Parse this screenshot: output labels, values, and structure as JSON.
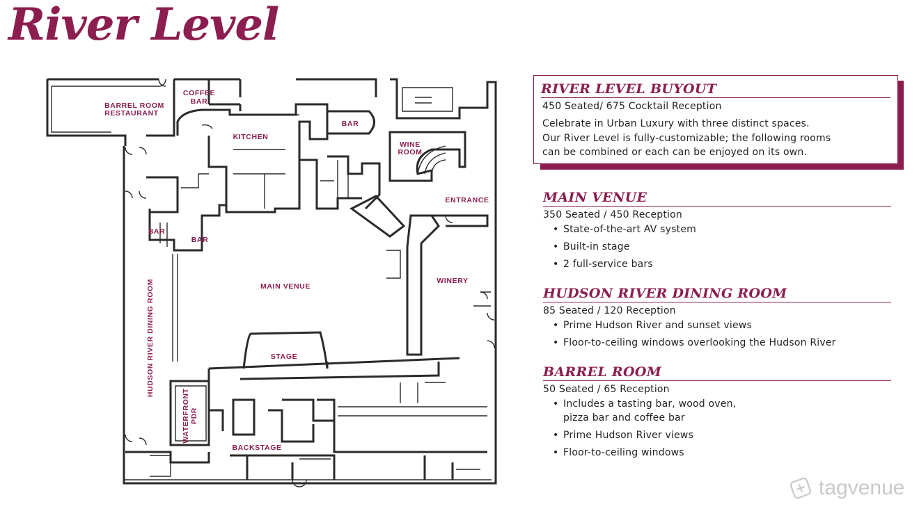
{
  "page": {
    "title": "River Level"
  },
  "floorplan": {
    "labels": {
      "barrel_room_1": "BARREL ROOM",
      "barrel_room_2": "RESTAURANT",
      "coffee_1": "COFFEE",
      "coffee_2": "BAR",
      "kitchen": "KITCHEN",
      "bar_top": "BAR",
      "wine_1": "WINE",
      "wine_2": "ROOM",
      "entrance": "ENTRANCE",
      "bar_left": "BAR",
      "bar_mid": "BAR",
      "main_venue": "MAIN VENUE",
      "winery": "WINERY",
      "hudson": "HUDSON RIVER DINING ROOM",
      "stage": "STAGE",
      "waterfront_1": "WATERFRONT",
      "waterfront_2": "PDR",
      "backstage": "BACKSTAGE"
    }
  },
  "buyout": {
    "title": "RIVER LEVEL BUYOUT",
    "capacity": "450 Seated/ 675 Cocktail Reception",
    "desc_lines": [
      "Celebrate in Urban Luxury with three distinct spaces.",
      "Our River Level is fully-customizable; the following rooms",
      "can be combined or each can be enjoyed on its own."
    ]
  },
  "sections": [
    {
      "title": "MAIN VENUE",
      "capacity": "350 Seated / 450 Reception",
      "bullets": [
        "State-of-the-art AV system",
        "Built-in stage",
        "2 full-service bars"
      ]
    },
    {
      "title": "HUDSON RIVER DINING ROOM",
      "capacity": "85 Seated / 120 Reception",
      "bullets": [
        "Prime Hudson River and sunset views",
        "Floor-to-ceiling windows overlooking the Hudson River"
      ]
    },
    {
      "title": "BARREL ROOM",
      "capacity": "50 Seated / 65 Reception",
      "bullets": [
        "Includes a tasting bar, wood oven,",
        "pizza bar and coffee bar",
        "Prime Hudson River views",
        "Floor-to-ceiling windows"
      ]
    }
  ],
  "watermark": {
    "text": "tagvenue",
    "icon": "tagvenue-logo-icon"
  },
  "colors": {
    "accent": "#8b1d4f",
    "text": "#222222",
    "watermark": "#c9c9c9"
  }
}
